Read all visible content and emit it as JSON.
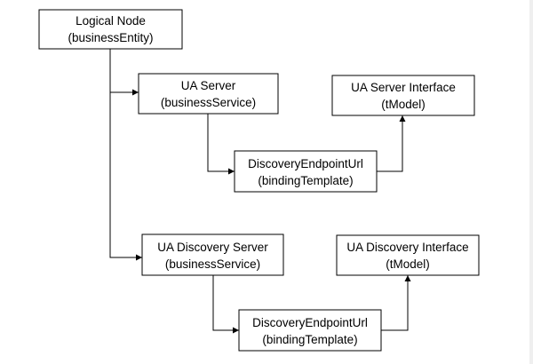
{
  "nodes": {
    "logical_node": {
      "line1": "Logical Node",
      "line2": "(businessEntity)"
    },
    "ua_server": {
      "line1": "UA Server",
      "line2": "(businessService)"
    },
    "ua_server_interface": {
      "line1": "UA Server Interface",
      "line2": "(tModel)"
    },
    "server_endpoint": {
      "line1": "DiscoveryEndpointUrl",
      "line2": "(bindingTemplate)"
    },
    "ua_discovery_server": {
      "line1": "UA Discovery Server",
      "line2": "(businessService)"
    },
    "ua_discovery_interface": {
      "line1": "UA Discovery Interface",
      "line2": "(tModel)"
    },
    "discovery_endpoint": {
      "line1": "DiscoveryEndpointUrl",
      "line2": "(bindingTemplate)"
    }
  }
}
